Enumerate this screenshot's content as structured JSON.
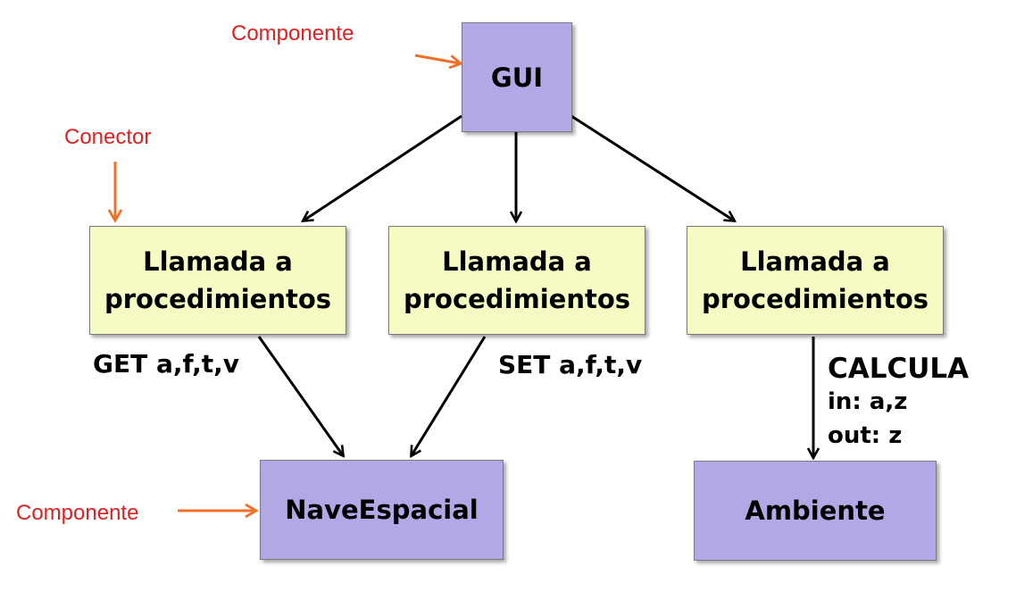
{
  "annotations": {
    "component_top": "Componente",
    "connector": "Conector",
    "component_bottom": "Componente"
  },
  "components": {
    "gui": "GUI",
    "nave": "NaveEspacial",
    "ambiente": "Ambiente"
  },
  "connectors": [
    {
      "line1": "Llamada a",
      "line2": "procedimientos"
    },
    {
      "line1": "Llamada a",
      "line2": "procedimientos"
    },
    {
      "line1": "Llamada a",
      "line2": "procedimientos"
    }
  ],
  "labels": {
    "get": "GET a,f,t,v",
    "set": "SET a,f,t,v",
    "calcula": "CALCULA",
    "calcula_in": "in: a,z",
    "calcula_out": "out: z"
  },
  "colors": {
    "component_fill": "#b4a7e5",
    "connector_fill": "#f5fbc3",
    "annotation_text": "#e02020",
    "annotation_arrow": "#f07028"
  }
}
